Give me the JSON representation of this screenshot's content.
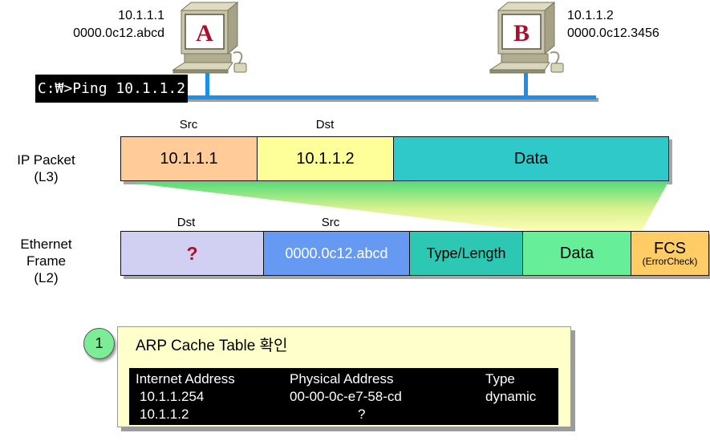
{
  "colors": {
    "network_line": "#1E8FE8",
    "ip_src_cell": "#FFCC99",
    "ip_dst_cell": "#FFFF99",
    "ip_data_cell": "#2FC9C9",
    "eth_dst_cell": "#D2D0F2",
    "eth_src_cell": "#6699F2",
    "eth_type_cell": "#2CC8B4",
    "eth_data_cell": "#66EE99",
    "eth_fcs_cell": "#FFCC66",
    "funnel_green": "#55DC78",
    "funnel_yellow": "#FDFDB4",
    "panel_bg": "#FFFFCC",
    "step_circle": "#7BED96",
    "question_mark": "#A8102C",
    "console_bg": "#000000"
  },
  "topology": {
    "computer_a": {
      "name": "A",
      "ip": "10.1.1.1",
      "mac": "0000.0c12.abcd"
    },
    "computer_b": {
      "name": "B",
      "ip": "10.1.1.2",
      "mac": "0000.0c12.3456"
    },
    "command_prompt": "C:₩>Ping 10.1.1.2"
  },
  "ip_packet": {
    "side_label": [
      "IP Packet",
      "(L3)"
    ],
    "field_labels": {
      "src": "Src",
      "dst": "Dst"
    },
    "cells": {
      "src": "10.1.1.1",
      "dst": "10.1.1.2",
      "data": "Data"
    }
  },
  "ethernet_frame": {
    "side_label": [
      "Ethernet",
      "Frame",
      "(L2)"
    ],
    "field_labels": {
      "dst": "Dst",
      "src": "Src"
    },
    "cells": {
      "dst": "?",
      "src": "0000.0c12.abcd",
      "type_length": "Type/Length",
      "data": "Data",
      "fcs": "FCS",
      "fcs_sub": "(ErrorCheck)"
    }
  },
  "arp_panel": {
    "step_number": "1",
    "title": "ARP Cache Table 확인",
    "table": {
      "headers": [
        "Internet Address",
        "Physical Address",
        "Type"
      ],
      "rows": [
        {
          "internet_address": "10.1.1.254",
          "physical_address": "00-00-0c-e7-58-cd",
          "type": "dynamic"
        },
        {
          "internet_address": "10.1.1.2",
          "physical_address": "?",
          "type": ""
        }
      ]
    }
  }
}
